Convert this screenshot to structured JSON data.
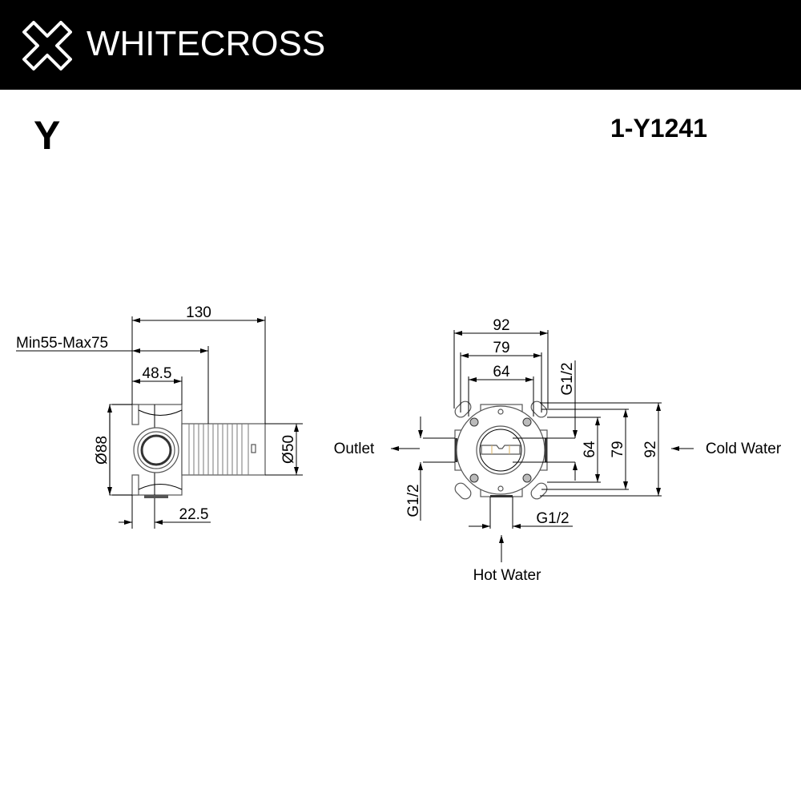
{
  "header": {
    "brand": "WHITECROSS",
    "logo_icon": "cross-outline-icon",
    "background": "#000000"
  },
  "title": {
    "series": "Y",
    "product_code": "1-Y1241"
  },
  "side_view": {
    "dims": {
      "overall_length": "130",
      "wall_depth": "Min55-Max75",
      "body_depth": "48.5",
      "body_diameter": "Ø88",
      "sleeve_diameter": "Ø50",
      "outlet_offset": "22.5"
    }
  },
  "front_view": {
    "dims": {
      "width_outer": "92",
      "width_mid": "79",
      "width_inner": "64",
      "height_inner": "64",
      "height_mid": "79",
      "height_outer": "92",
      "thread_right": "G1/2",
      "thread_left": "G1/2",
      "thread_bottom": "G1/2"
    },
    "labels": {
      "outlet": "Outlet",
      "cold_water": "Cold Water",
      "hot_water": "Hot Water"
    }
  }
}
